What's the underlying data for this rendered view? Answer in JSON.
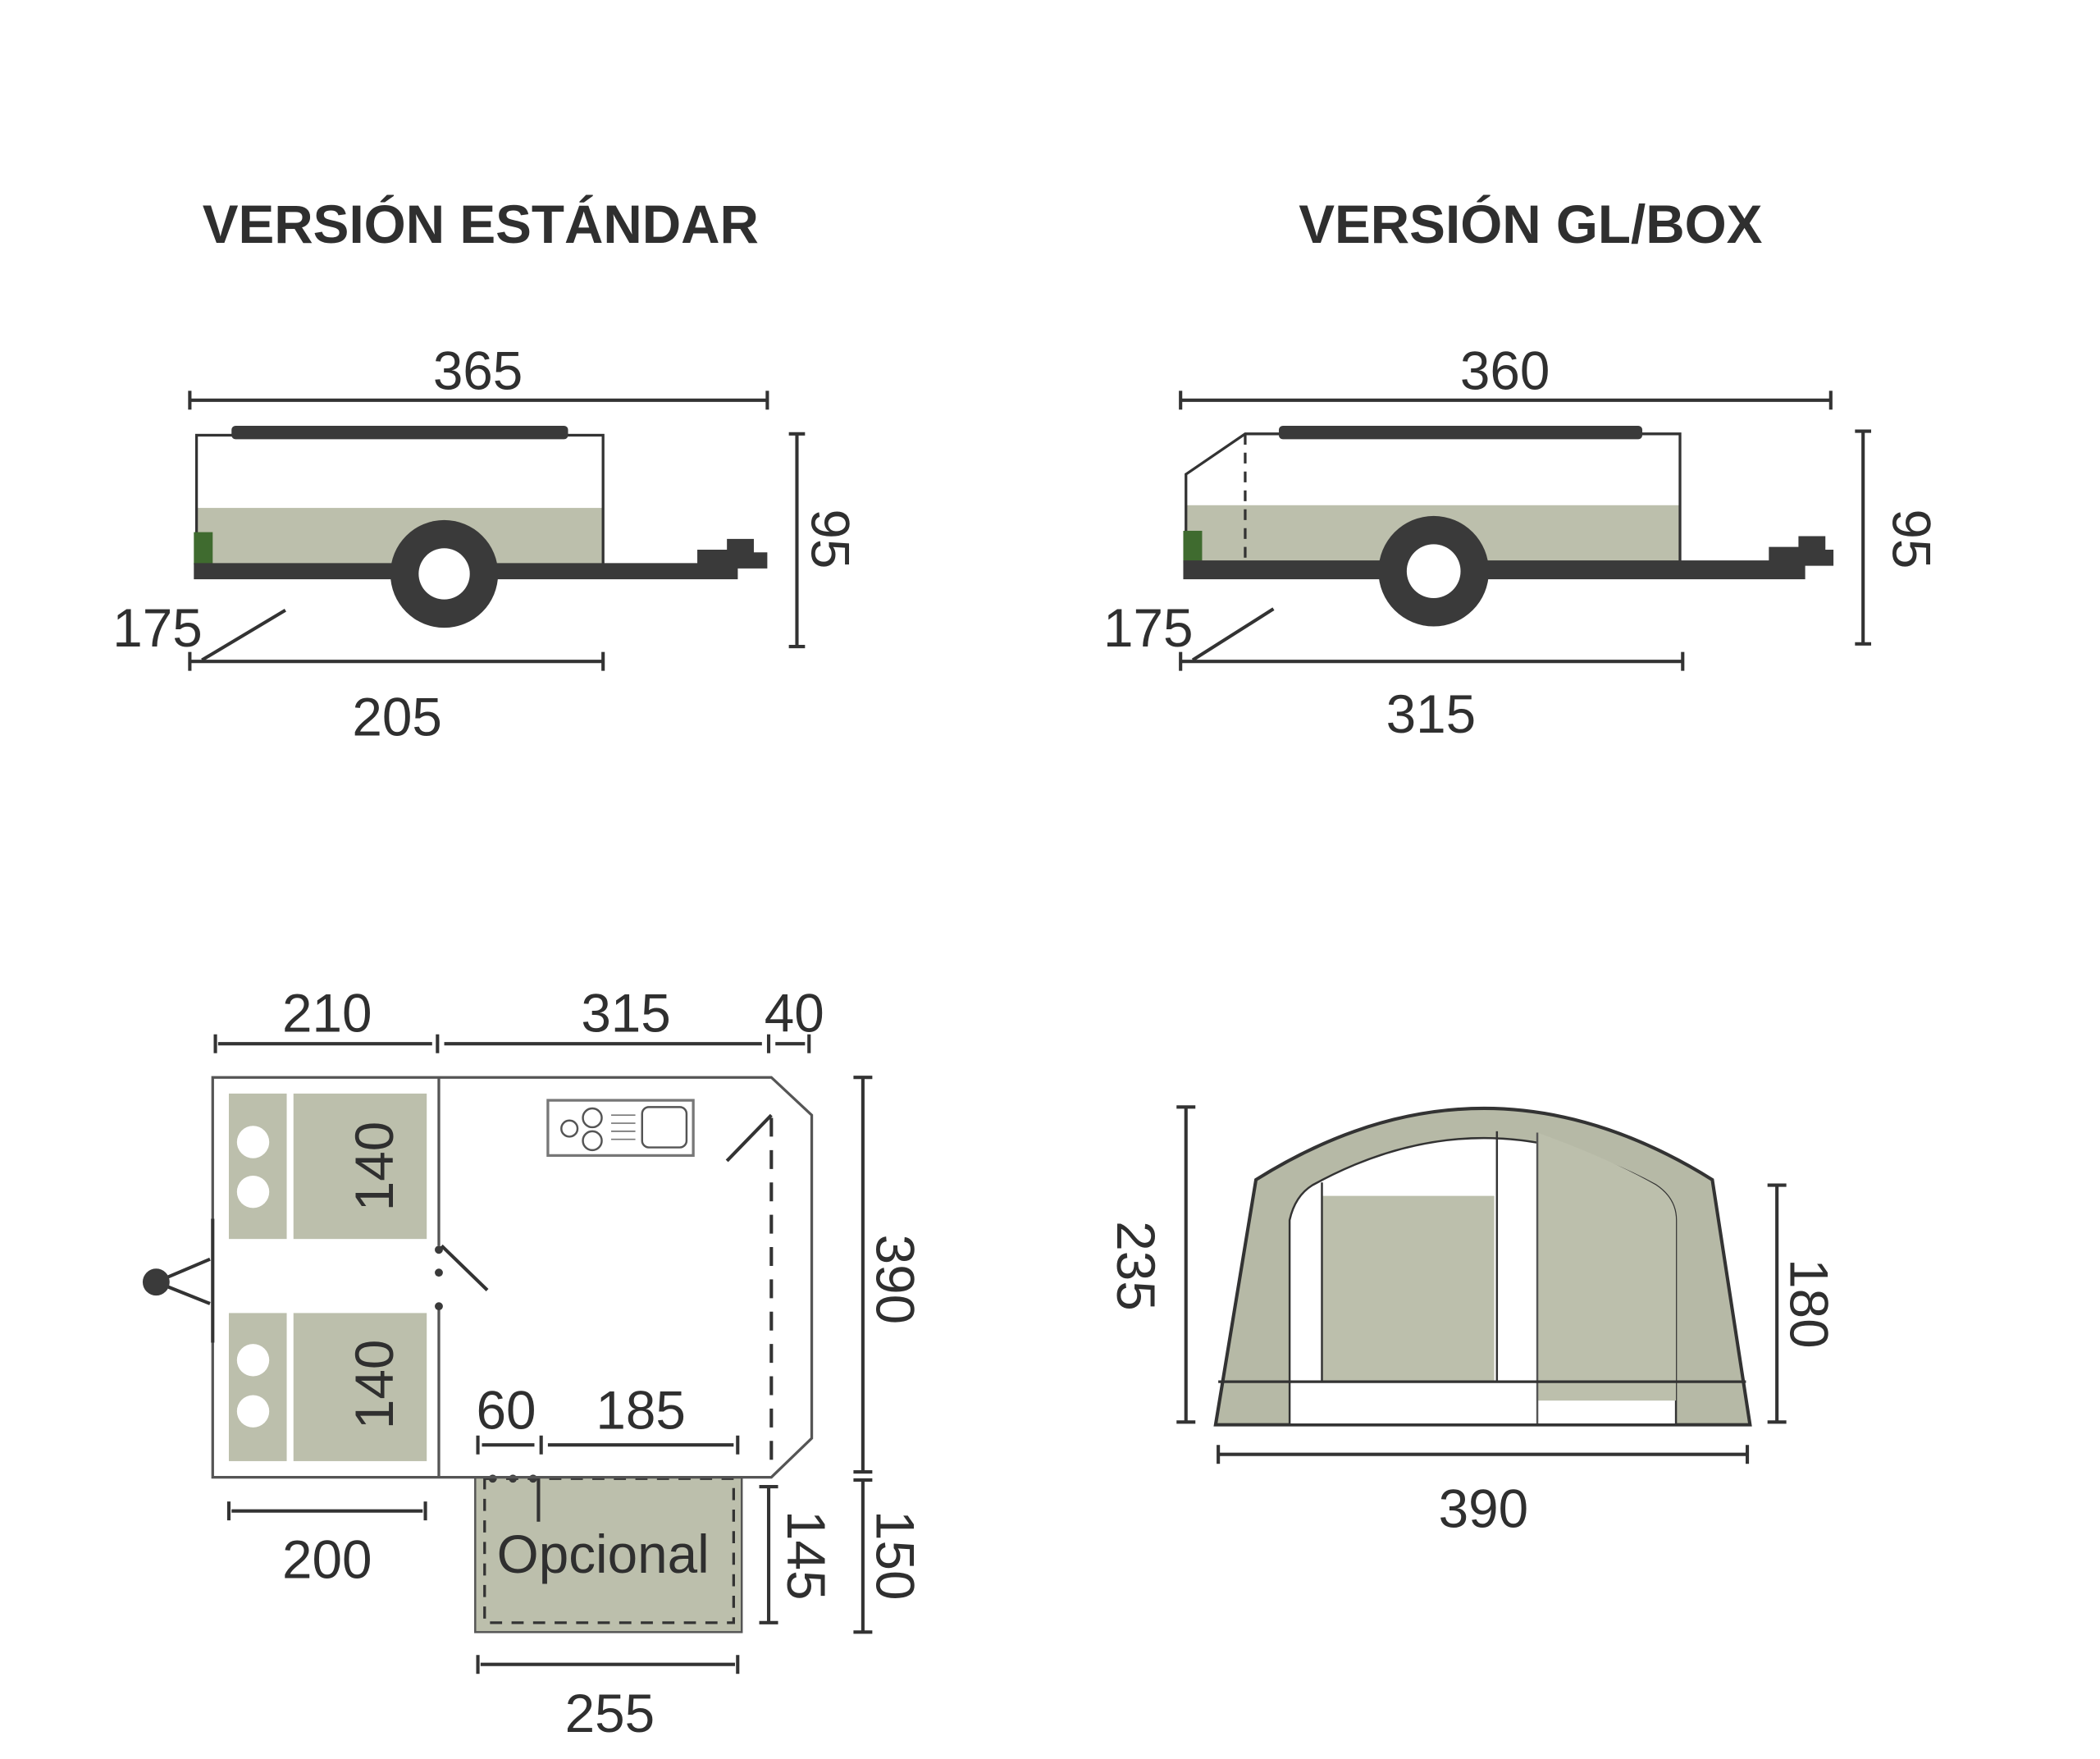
{
  "titles": {
    "standard": "VERSIÓN ESTÁNDAR",
    "glbox": "VERSIÓN GL/BOX"
  },
  "standard_side": {
    "length": "365",
    "height": "95",
    "width": "175",
    "box_length": "205"
  },
  "glbox_side": {
    "length": "360",
    "height": "95",
    "width": "175",
    "box_length": "315"
  },
  "floor_plan": {
    "bedroom_width": "210",
    "living_width": "315",
    "nose_width": "40",
    "bed_top": "140",
    "bed_bottom": "140",
    "depth": "390",
    "bedroom_bottom_width": "200",
    "annex_offset": "60",
    "annex_inner_width": "185",
    "annex_label": "Opcional",
    "annex_inner_depth": "145",
    "annex_depth": "150",
    "annex_width": "255"
  },
  "front_view": {
    "height": "235",
    "side_height": "180",
    "width": "390"
  },
  "colors": {
    "fabric": "#bcbfac",
    "frame": "#3a3a3a",
    "accent_green": "#3f6b2f"
  }
}
